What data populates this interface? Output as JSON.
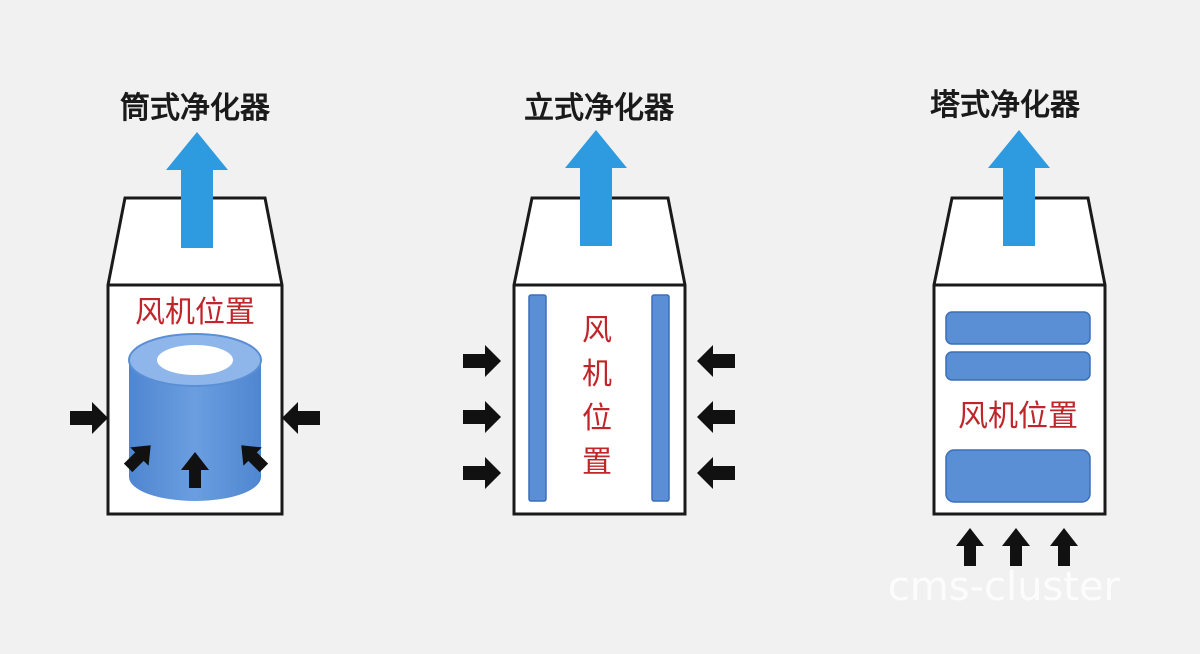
{
  "purifiers": [
    {
      "title": "筒式净化器",
      "fan_label": "风机位置"
    },
    {
      "title": "立式净化器",
      "fan_label_chars": [
        "风",
        "机",
        "位",
        "置"
      ]
    },
    {
      "title": "塔式净化器",
      "fan_label": "风机位置"
    }
  ],
  "watermark": "cms-cluster",
  "colors": {
    "outlet_arrow": "#2e9be0",
    "fan_blue": "#5a8fd6",
    "label_red": "#c0252a",
    "inlet_arrow": "#111111"
  }
}
